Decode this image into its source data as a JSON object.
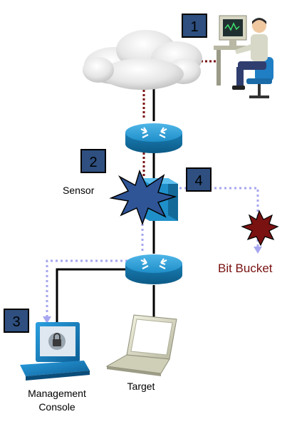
{
  "markers": [
    "1",
    "2",
    "3",
    "4"
  ],
  "labels": {
    "sensor": "Sensor",
    "bit_bucket": "Bit Bucket",
    "management_console_line1": "Management",
    "management_console_line2": "Console",
    "target": "Target"
  },
  "colors": {
    "marker_fill": "#2e4f7f",
    "router_blue": "#1f8fc9",
    "link_solid": "#000000",
    "link_dotted_attack": "#7a1212",
    "link_dotted_mirror": "#a6a6f0",
    "bit_bucket_red": "#7a1212",
    "sensor_burst": "#2f5597"
  }
}
